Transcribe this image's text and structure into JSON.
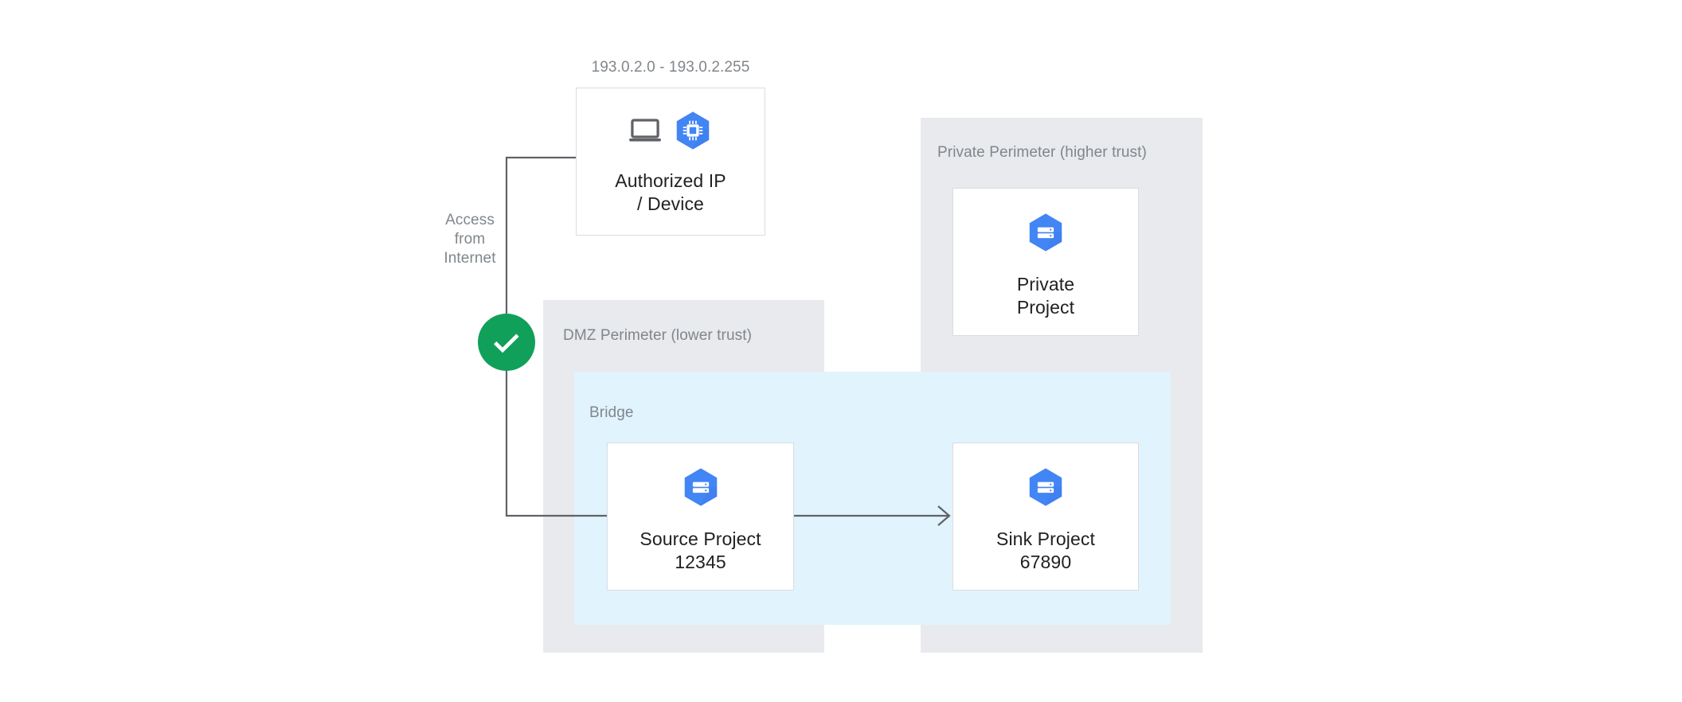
{
  "diagram": {
    "title_caption": "193.0.2.0 - 193.0.2.255",
    "access_label": "Access\nfrom\nInternet",
    "colors": {
      "perimeter_fill": "#e8eaed",
      "bridge_fill": "#e1f3fd",
      "card_border": "#dadce0",
      "card_fill": "#ffffff",
      "hexagon_blue": "#4285f4",
      "hexagon_blue_light": "#5c9bf5",
      "check_green": "#10a05a",
      "muted_text": "#80868b",
      "primary_text": "#202124",
      "connector": "#5f6368"
    },
    "nodes": {
      "authorized_device": {
        "title": "Authorized IP\n/ Device",
        "icons": [
          "laptop-icon",
          "compute-hexagon-icon"
        ]
      },
      "private_project": {
        "title": "Private\nProject",
        "icons": [
          "project-hexagon-icon"
        ]
      },
      "source_project": {
        "title": "Source Project\n12345",
        "icons": [
          "project-hexagon-icon"
        ]
      },
      "sink_project": {
        "title": "Sink Project\n67890",
        "icons": [
          "project-hexagon-icon"
        ]
      }
    },
    "perimeters": {
      "dmz": {
        "label": "DMZ Perimeter (lower trust)"
      },
      "private": {
        "label": "Private Perimeter (higher trust)"
      }
    },
    "bridge": {
      "label": "Bridge"
    },
    "badges": {
      "access_check": {
        "icon": "check-icon"
      }
    }
  }
}
